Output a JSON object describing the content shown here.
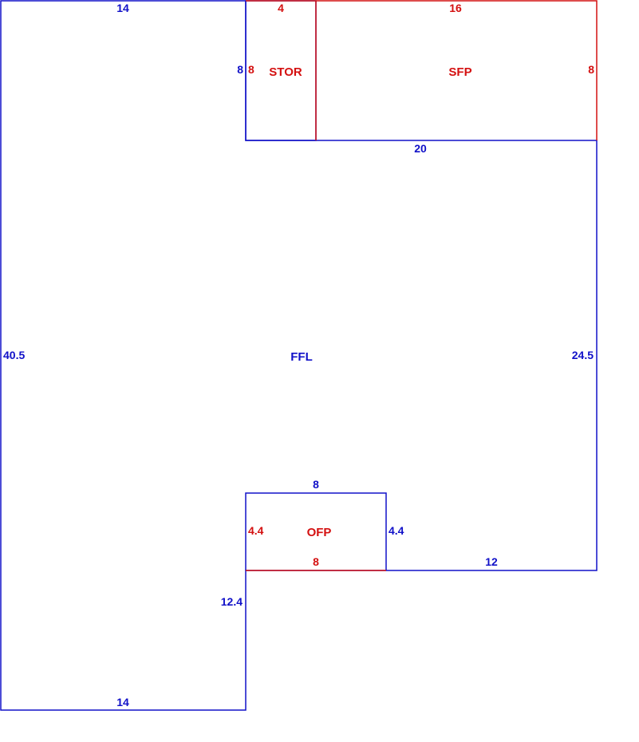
{
  "colors": {
    "main": "#1010c8",
    "addition": "#d41010"
  },
  "areas": {
    "main": "FFL",
    "storage": "STOR",
    "porch_screened": "SFP",
    "porch_open": "OFP"
  },
  "dimensions": {
    "top_left": "14",
    "stor_top": "4",
    "sfp_top": "16",
    "stor_left_outer": "8",
    "stor_left_inner": "8",
    "sfp_right": "8",
    "main_top_right": "20",
    "left_side": "40.5",
    "right_side": "24.5",
    "ofp_top": "8",
    "ofp_left": "4.4",
    "ofp_right": "4.4",
    "ofp_bottom": "8",
    "bottom_right": "12",
    "notch_left": "12.4",
    "bottom_left": "14"
  }
}
